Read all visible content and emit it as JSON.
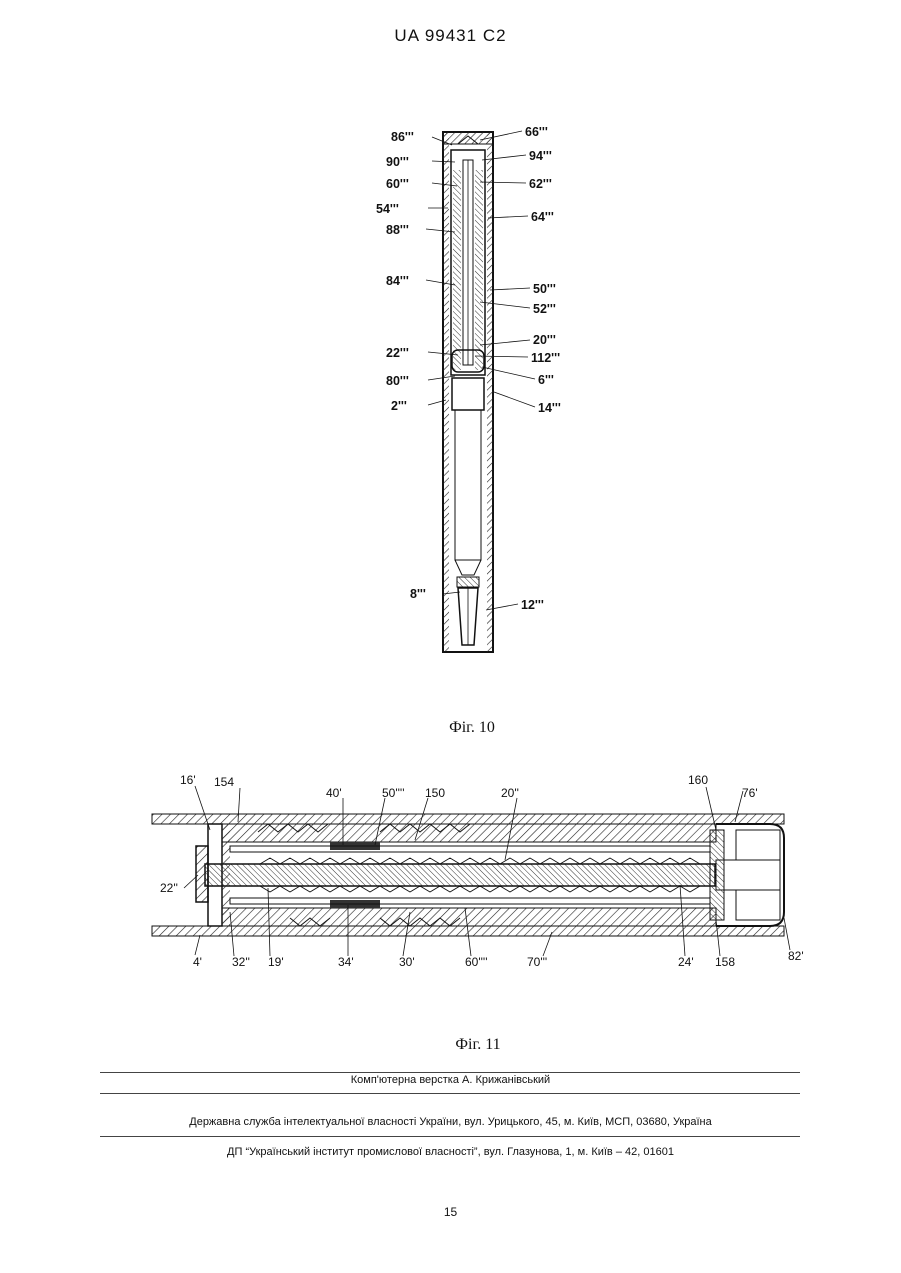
{
  "header": {
    "patent_number": "UA   99431   C2"
  },
  "figure10": {
    "caption": "Фіг. 10",
    "labels": {
      "l86": "86'''",
      "l90": "90'''",
      "l60": "60'''",
      "l54": "54'''",
      "l88": "88'''",
      "l84": "84'''",
      "l22": "22'''",
      "l80": "80'''",
      "l2": "2'''",
      "l8": "8'''",
      "l66": "66'''",
      "l94": "94'''",
      "l62": "62'''",
      "l64": "64'''",
      "l50": "50'''",
      "l52": "52'''",
      "l20": "20'''",
      "l112": "112'''",
      "l6": "6'''",
      "l14": "14'''",
      "l12": "12'''"
    }
  },
  "figure11": {
    "caption": "Фіг. 11",
    "labels": {
      "l16": "16'",
      "l154": "154",
      "l40": "40'",
      "l50": "50''''",
      "l150": "150",
      "l20": "20''",
      "l160": "160",
      "l76": "76'",
      "l22": "22''",
      "l4": "4'",
      "l32": "32''",
      "l19": "19'",
      "l34": "34'",
      "l30": "30'",
      "l60": "60''''",
      "l70": "70'''",
      "l24": "24'",
      "l158": "158",
      "l82": "82'"
    }
  },
  "footer": {
    "layout_credit": "Комп'ютерна верстка А. Крижанівський",
    "agency": "Державна служба інтелектуальної власності України, вул. Урицького, 45, м. Київ, МСП, 03680, Україна",
    "institute": "ДП “Український інститут промислової власності”, вул. Глазунова, 1, м. Київ – 42, 01601",
    "page_number": "15"
  }
}
